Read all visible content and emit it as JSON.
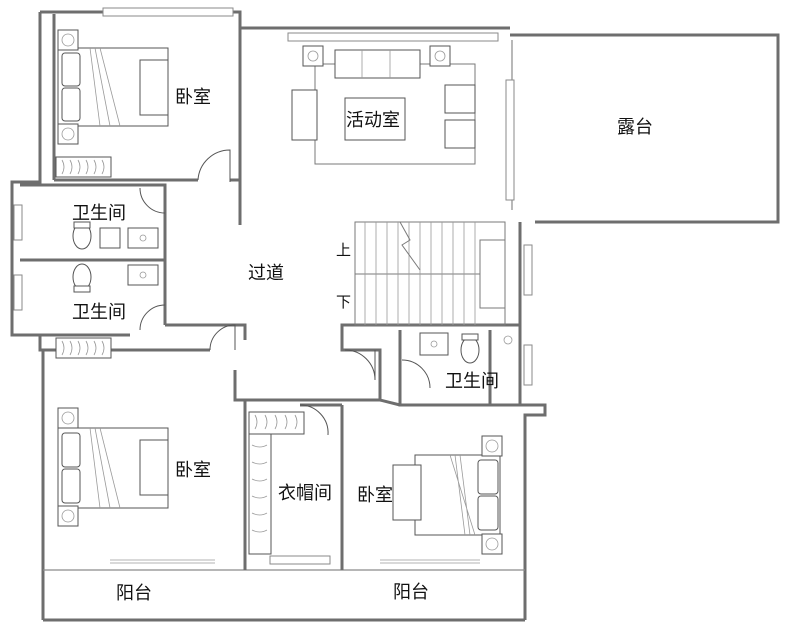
{
  "rooms": {
    "bedroom_nw": "卧室",
    "activity_room": "活动室",
    "terrace": "露台",
    "bathroom_1": "卫生间",
    "bathroom_2": "卫生间",
    "corridor": "过道",
    "stair_up": "上",
    "stair_down": "下",
    "bathroom_3": "卫生间",
    "bedroom_sw": "卧室",
    "wardrobe_room": "衣帽间",
    "bedroom_se": "卧室",
    "balcony_w": "阳台",
    "balcony_e": "阳台"
  }
}
